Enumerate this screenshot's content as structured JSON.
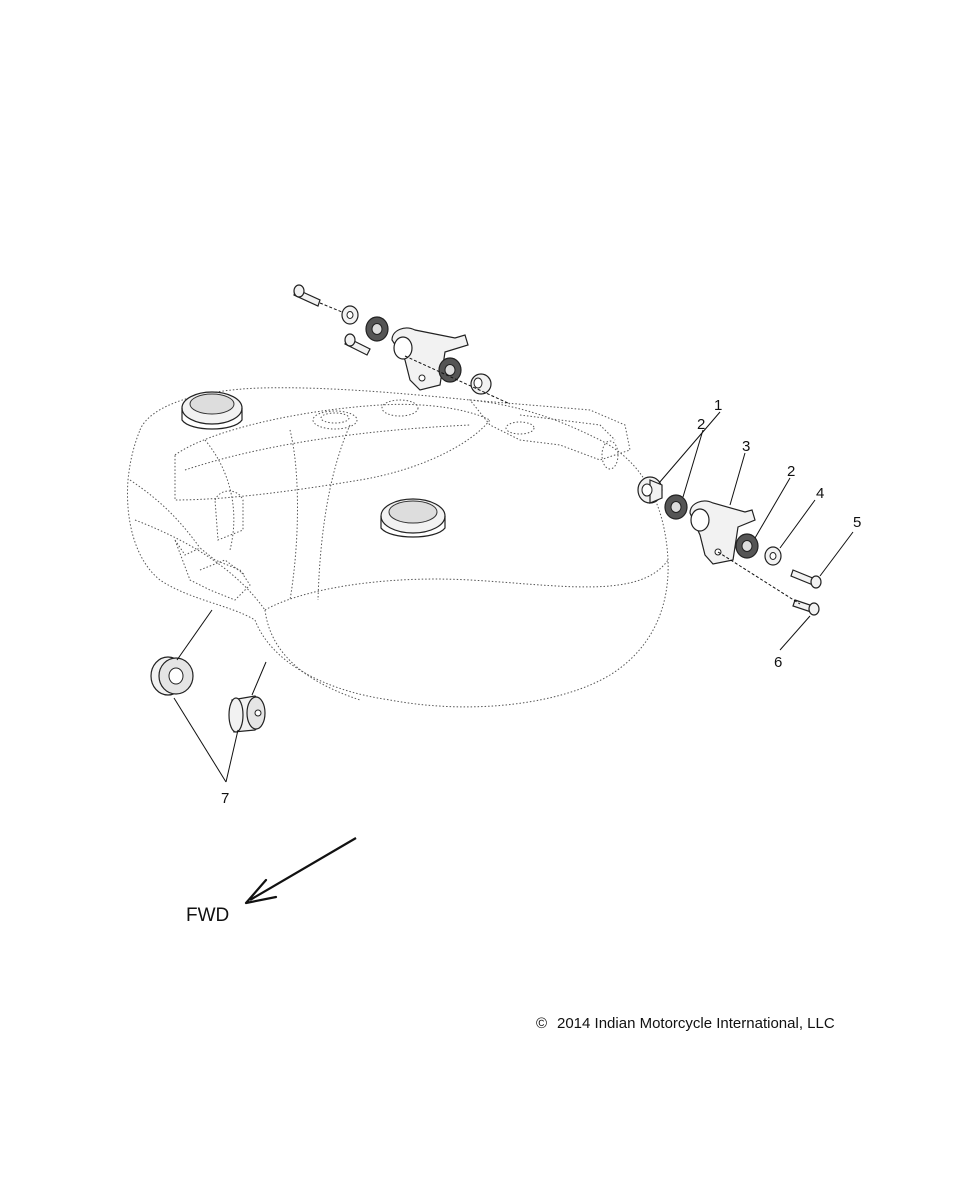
{
  "callouts": {
    "c1": "1",
    "c2a": "2",
    "c3": "3",
    "c2b": "2",
    "c4": "4",
    "c5": "5",
    "c6": "6",
    "c7": "7"
  },
  "direction_label": "FWD",
  "copyright_symbol": "©",
  "copyright_text": "2014 Indian Motorcycle International, LLC",
  "colors": {
    "line": "#222222",
    "background": "#ffffff"
  }
}
